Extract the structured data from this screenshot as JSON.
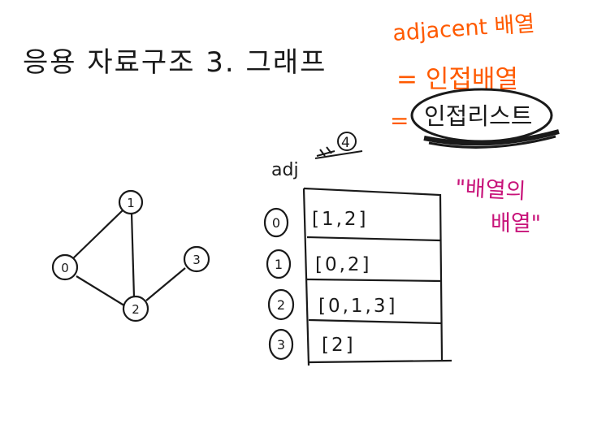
{
  "title": "응용 자료구조 3. 그래프",
  "notes": {
    "line1": "adjacent 배열",
    "line2": "= 인접배열",
    "line3_prefix": "=",
    "line3_boxed": "인접리스트",
    "pink1": "\"배열의",
    "pink2": "배열\""
  },
  "adj": {
    "label": "adj",
    "count": "4"
  },
  "graph": {
    "nodes": [
      {
        "id": "0"
      },
      {
        "id": "1"
      },
      {
        "id": "2"
      },
      {
        "id": "3"
      }
    ],
    "edges": [
      [
        "0",
        "1"
      ],
      [
        "1",
        "2"
      ],
      [
        "0",
        "2"
      ],
      [
        "2",
        "3"
      ]
    ]
  },
  "table": {
    "rows": [
      {
        "index": "0",
        "value": "[1,2]"
      },
      {
        "index": "1",
        "value": "[0,2]"
      },
      {
        "index": "2",
        "value": "[0,1,3]"
      },
      {
        "index": "3",
        "value": "[2]"
      }
    ]
  },
  "colors": {
    "ink": "#1a1a1a",
    "orange": "#ff5a00",
    "magenta": "#c8147a"
  }
}
